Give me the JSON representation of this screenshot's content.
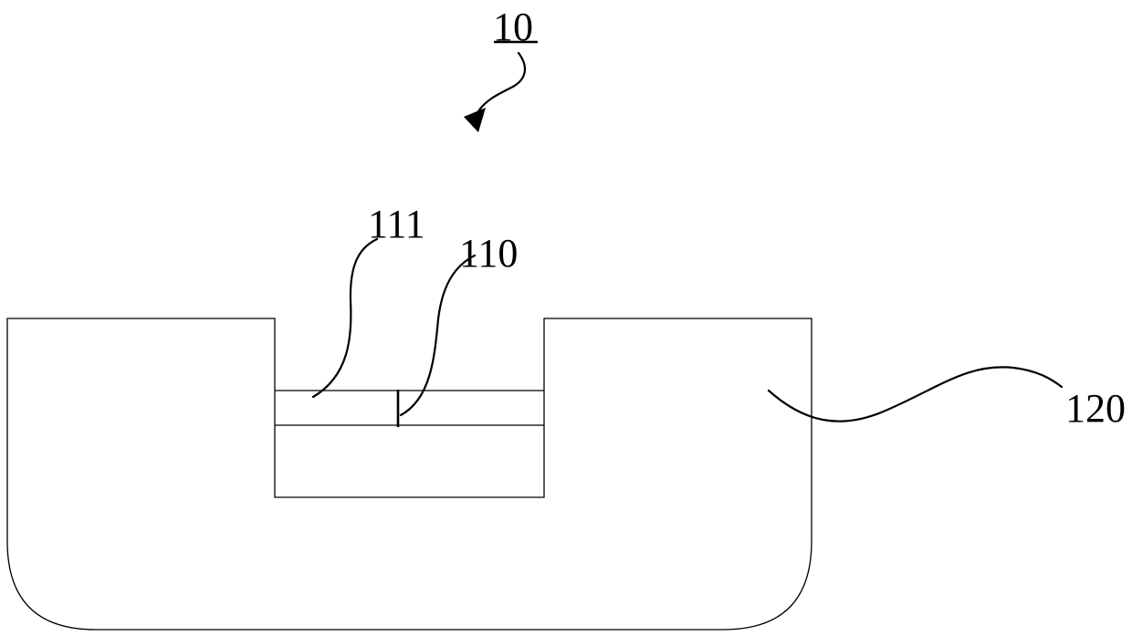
{
  "diagram": {
    "labels": {
      "assembly": "10",
      "layer_top": "111",
      "layer_marker": "110",
      "body": "120"
    },
    "colors": {
      "line": "#000000",
      "background": "#ffffff"
    }
  }
}
